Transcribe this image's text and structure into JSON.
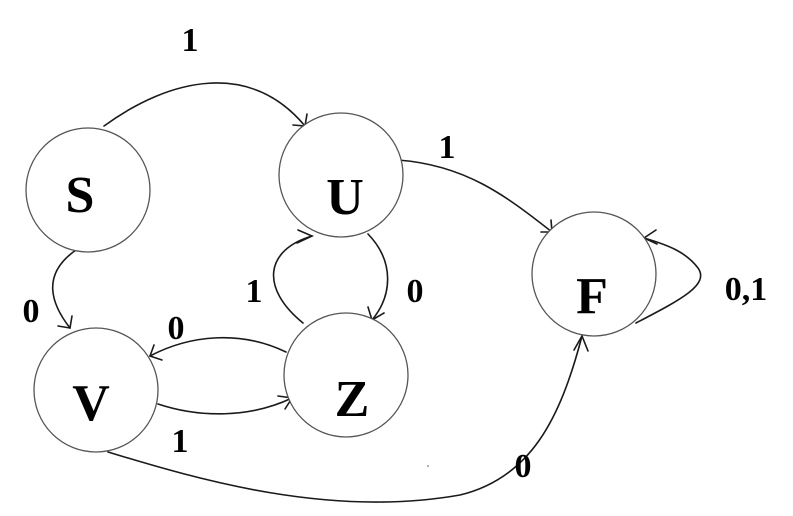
{
  "states": {
    "S": "S",
    "U": "U",
    "V": "V",
    "Z": "Z",
    "F": "F"
  },
  "transitions": [
    {
      "from": "S",
      "to": "U",
      "label": "1"
    },
    {
      "from": "U",
      "to": "F",
      "label": "1"
    },
    {
      "from": "S",
      "to": "V",
      "label": "0"
    },
    {
      "from": "Z",
      "to": "U",
      "label": "1"
    },
    {
      "from": "U",
      "to": "Z",
      "label": "0"
    },
    {
      "from": "Z",
      "to": "V",
      "label": "0"
    },
    {
      "from": "V",
      "to": "Z",
      "label": "1"
    },
    {
      "from": "V",
      "to": "F",
      "label": "0"
    },
    {
      "from": "F",
      "to": "F",
      "label": "0,1"
    }
  ],
  "colors": {
    "edge": "#1a1a1a",
    "state_outline": "#555555",
    "text": "#000000",
    "background": "#ffffff"
  }
}
